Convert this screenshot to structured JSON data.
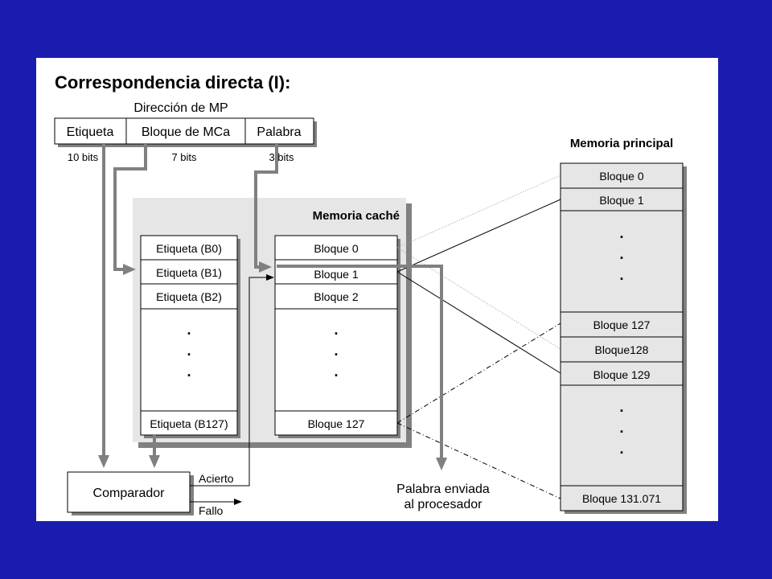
{
  "title": "Correspondencia directa (I):",
  "address": {
    "heading": "Dirección de MP",
    "fields": [
      "Etiqueta",
      "Bloque de MCa",
      "Palabra"
    ],
    "bits": [
      "10 bits",
      "7 bits",
      "3 bits"
    ]
  },
  "cache": {
    "title": "Memoria caché",
    "tags": [
      "Etiqueta (B0)",
      "Etiqueta (B1)",
      "Etiqueta (B2)",
      "Etiqueta (B127)"
    ],
    "blocks": [
      "Bloque 0",
      "Bloque 1",
      "Bloque 2",
      "Bloque 127"
    ]
  },
  "main_memory": {
    "title": "Memoria principal",
    "blocks": [
      "Bloque 0",
      "Bloque 1",
      "Bloque 127",
      "Bloque128",
      "Bloque 129",
      "Bloque 131.071"
    ]
  },
  "comparator": {
    "label": "Comparador",
    "hit": "Acierto",
    "miss": "Fallo"
  },
  "output": {
    "line1": "Palabra enviada",
    "line2": "al procesador"
  },
  "ellipsis": "."
}
